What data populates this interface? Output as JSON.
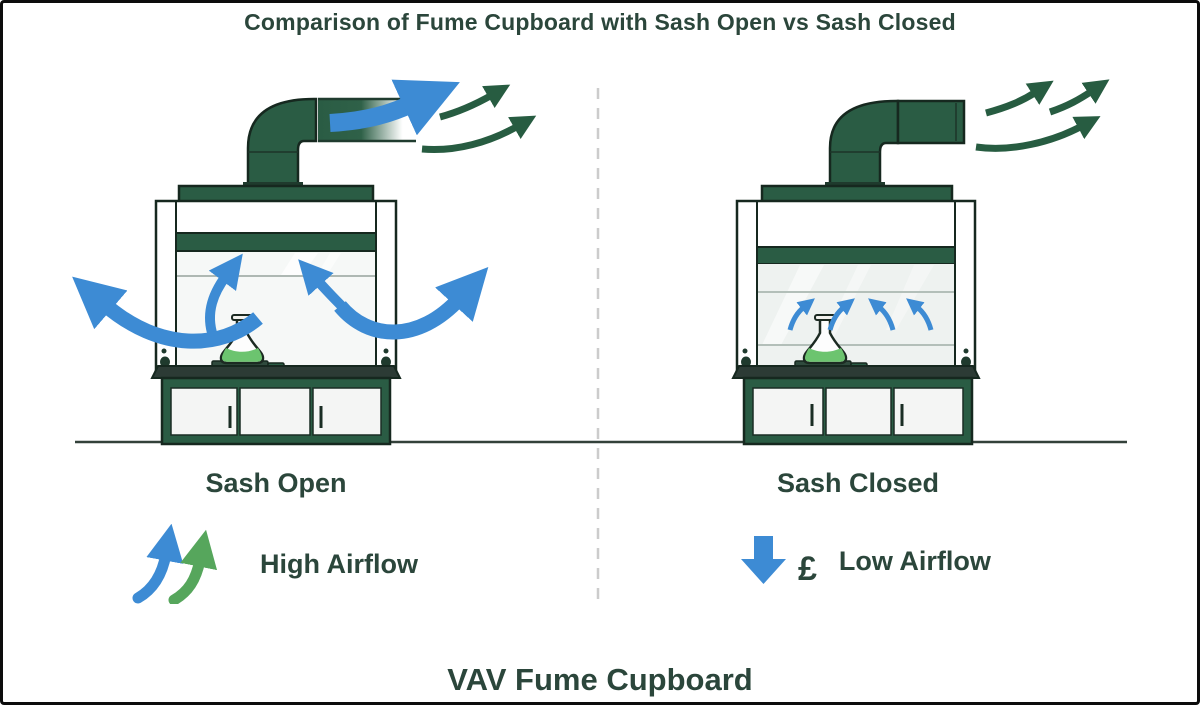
{
  "header": {
    "title": "Comparison of Fume Cupboard with Sash Open vs Sash Closed"
  },
  "footer": {
    "title": "VAV Fume Cupboard"
  },
  "panels": {
    "left": {
      "caption": "Sash Open",
      "airflow_label": "High Airflow"
    },
    "right": {
      "caption": "Sash Closed",
      "airflow_label": "Low Airflow",
      "cost_symbol": "£"
    }
  },
  "icons": {
    "left_legend": "double-curved-up-arrows",
    "right_legend": "down-arrow",
    "right_cost": "pound-sign"
  },
  "colors": {
    "duct_green": "#2a5c44",
    "outline_dark": "#16281f",
    "text_green": "#2b463b",
    "airflow_blue": "#3d8bd4",
    "legend_arrow_green": "#56a65c",
    "exhaust_arrow_green": "#275c41",
    "flask_liquid_green": "#6cc46f",
    "bench_dark": "#2c3b35",
    "divider_gray": "#cccccc"
  }
}
